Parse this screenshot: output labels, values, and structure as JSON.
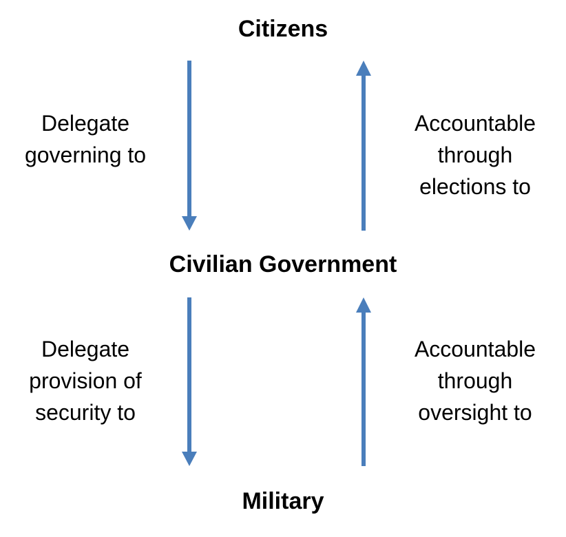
{
  "nodes": {
    "citizens": "Citizens",
    "civilian_government": "Civilian Government",
    "military": "Military"
  },
  "edges": {
    "delegate_governing": [
      "Delegate",
      "governing to"
    ],
    "accountable_elections": [
      "Accountable",
      "through",
      "elections to"
    ],
    "delegate_security": [
      "Delegate",
      "provision of",
      "security to"
    ],
    "accountable_oversight": [
      "Accountable",
      "through",
      "oversight to"
    ]
  },
  "colors": {
    "arrow": "#4a7ebb"
  }
}
